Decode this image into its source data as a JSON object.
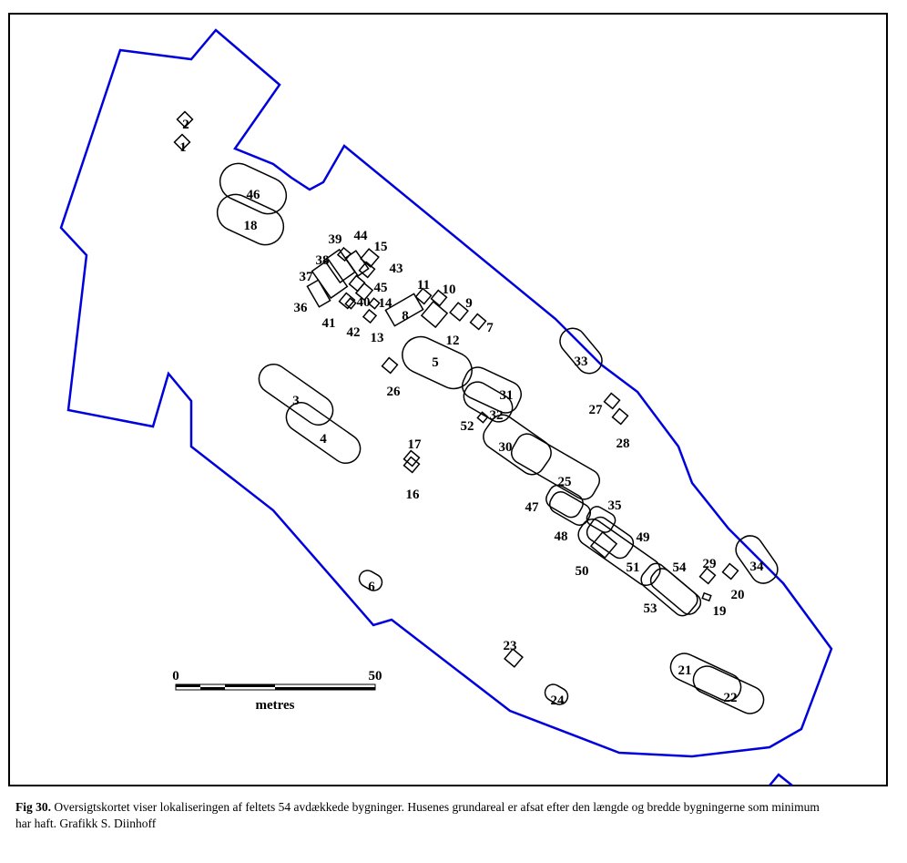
{
  "map": {
    "colors": {
      "boundary": "#0000dd",
      "buildings": "#000000",
      "frame": "#000000"
    },
    "buildings": [
      "1",
      "2",
      "3",
      "4",
      "5",
      "6",
      "7",
      "8",
      "9",
      "10",
      "11",
      "12",
      "13",
      "14",
      "15",
      "16",
      "17",
      "18",
      "19",
      "20",
      "21",
      "22",
      "23",
      "24",
      "25",
      "26",
      "27",
      "28",
      "29",
      "30",
      "31",
      "32",
      "33",
      "34",
      "35",
      "36",
      "37",
      "38",
      "39",
      "40",
      "41",
      "42",
      "43",
      "44",
      "45",
      "46",
      "47",
      "48",
      "49",
      "50",
      "51",
      "52",
      "53",
      "54"
    ],
    "scale": {
      "start": "0",
      "end": "50",
      "unit": "metres"
    }
  },
  "caption": {
    "fig": "Fig 30.",
    "text": "Oversigtskortet viser lokaliseringen af feltets 54 avdækkede bygninger. Husenes grundareal er afsat efter den længde og bredde bygningerne som minimum har haft. Grafikk S. Diinhoff"
  }
}
